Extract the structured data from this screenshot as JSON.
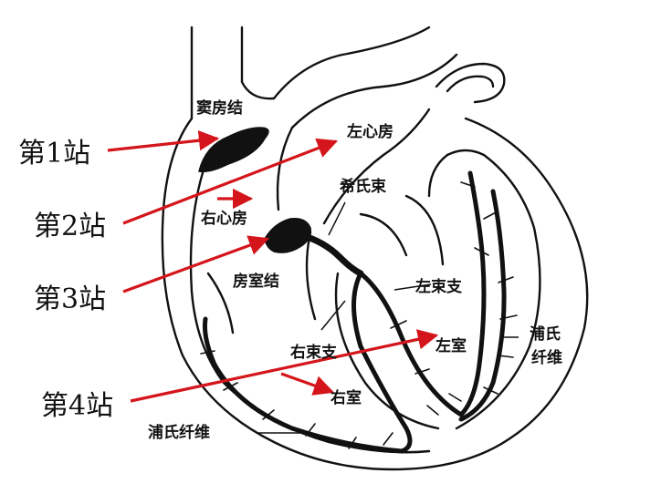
{
  "labels": {
    "sinoatrial_node": "窦房结",
    "left_atrium": "左心房",
    "bundle_of_his": "希氏束",
    "right_atrium": "右心房",
    "av_node": "房室结",
    "left_bundle_branch": "左束支",
    "right_bundle_branch": "右束支",
    "left_ventricle": "左室",
    "right_ventricle": "右室",
    "purkinje_right_line1": "浦氏",
    "purkinje_right_line2": "纤维",
    "purkinje_bottom": "浦氏纤维"
  },
  "stations": {
    "s1": "第1站",
    "s2": "第2站",
    "s3": "第3站",
    "s4": "第4站"
  },
  "colors": {
    "arrow": "#d4151b",
    "line": "#111111",
    "background": "#ffffff"
  }
}
